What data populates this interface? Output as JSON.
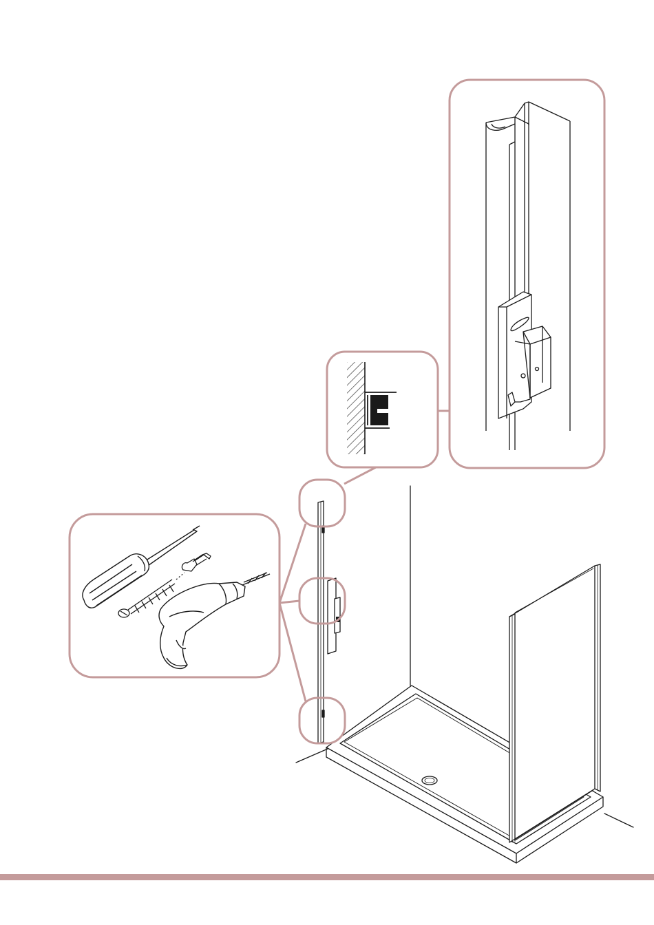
{
  "colors": {
    "frame": "#c49b9b",
    "ink": "#1a1a1a",
    "paper": "#ffffff",
    "bottom_rule": "#c49b9b",
    "tile_gray": "#f2f2f2"
  },
  "icons": {
    "screwdriver": "screwdriver-icon",
    "screw": "screw-icon",
    "wall_plug": "wall-plug-icon",
    "drill": "power-drill-icon"
  },
  "callouts": [
    {
      "id": "profile-detail",
      "content": "wall-profile-with-bracket"
    },
    {
      "id": "section-detail",
      "content": "profile-cross-section-against-wall"
    },
    {
      "id": "tools-detail",
      "content": "screwdriver-screw-wall-plug-drill"
    }
  ]
}
